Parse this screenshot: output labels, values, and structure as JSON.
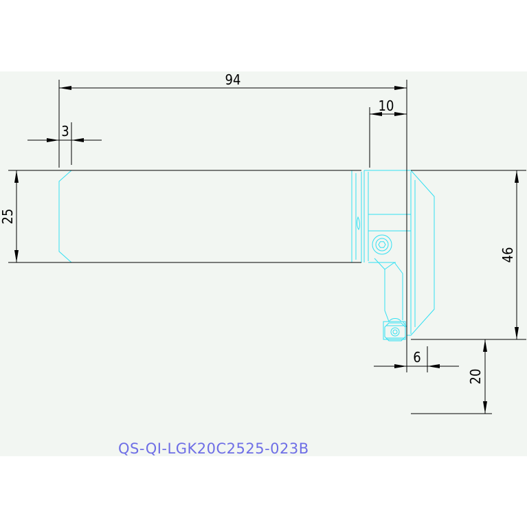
{
  "colors": {
    "background": "#ffffff",
    "panel": "#f2f6f2",
    "part_outline": "#33e0f2",
    "dimension": "#000000",
    "part_code": "#6e6ee6"
  },
  "dimensions": {
    "overall_length": "94",
    "head_length": "10",
    "chamfer": "3",
    "shank_height": "25",
    "total_height": "46",
    "insert_width": "6",
    "groove_depth": "20"
  },
  "part_code": "QS-QI-LGK20C2525-023B"
}
